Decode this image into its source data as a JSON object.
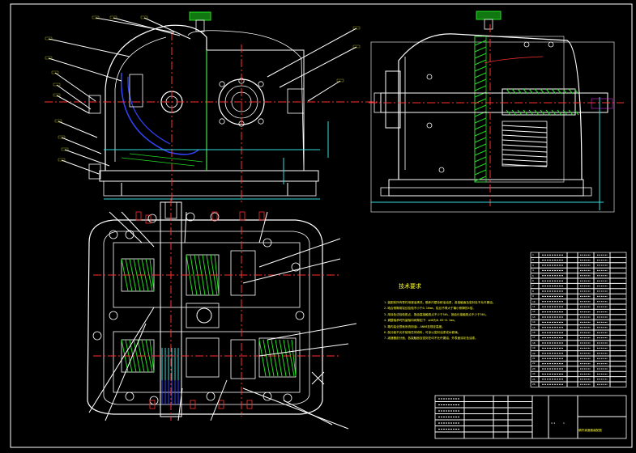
{
  "drawing": {
    "technical_requirements": {
      "title": "技术要求",
      "lines": [
        "1.装配前所有零件用煤油清洗，箱体内壁涂耐油油漆，各接触面及密封处不允许漏油。",
        "2.啮合侧隙用铅丝检验不小于0.16mm，铅丝不得大于最小侧隙的4倍。",
        "3.用涂色法检验斑点，按齿高接触斑点不少于50%，按齿长接触斑点不少于50%。",
        "4.调整轴承时所留轴向间隙如下：φ40为0.05~0.1mm。",
        "5.箱内装全损耗系统用油L-AN68至规定高度。",
        "6.剖分面不允许使用任何填料，可涂以密封油漆或水玻璃。",
        "7.减速器剖分面，各接触面及密封处均不允许漏油，外表面涂灰色油漆。"
      ]
    },
    "bom_rows": [
      "1",
      "2",
      "3",
      "4",
      "5",
      "6",
      "7",
      "8",
      "9",
      "10",
      "11",
      "12",
      "13",
      "14",
      "15",
      "16",
      "17",
      "18",
      "19",
      "20",
      "21",
      "22",
      "23",
      "24",
      "25",
      "26"
    ],
    "title_block": {
      "name": "蜗杆减速器装配图",
      "scale": "1:2",
      "sheet": "1"
    }
  },
  "colors": {
    "background": "#000000",
    "outline": "#ffffff",
    "centerline": "#ff3030",
    "hatch": "#22dd22",
    "leader": "#ffffff",
    "hidden": "#3344ff",
    "dimension": "#33dddd",
    "annotation": "#ffff33",
    "accent": "#ff33ff"
  }
}
